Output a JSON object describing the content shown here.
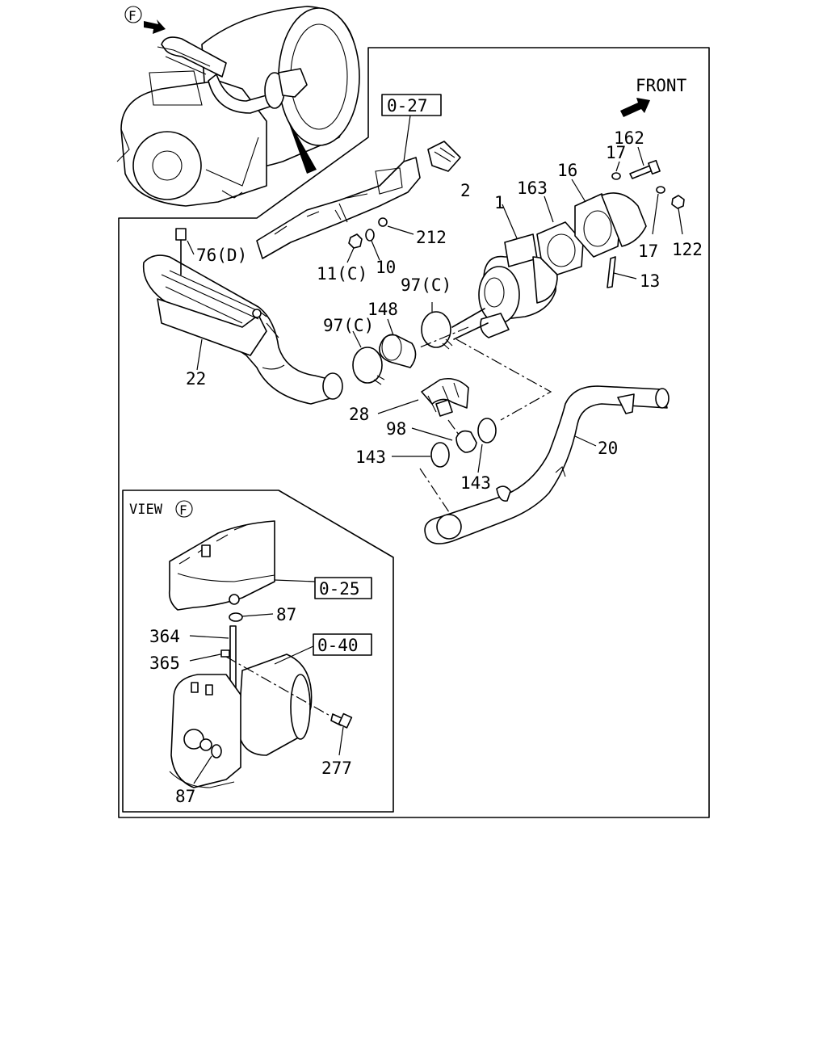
{
  "diagram": {
    "front_label": "FRONT",
    "view_marker": "F",
    "view_title": "VIEW",
    "refs": {
      "r027": "0-27",
      "r025": "0-25",
      "r040": "0-40"
    },
    "labels": {
      "p2": "2",
      "p1": "1",
      "p163": "163",
      "p16": "16",
      "p17a": "17",
      "p162": "162",
      "p17b": "17",
      "p122": "122",
      "p13": "13",
      "p212": "212",
      "p76": "76(D)",
      "p11": "11(C)",
      "p10": "10",
      "p97a": "97(C)",
      "p148": "148",
      "p97b": "97(C)",
      "p22": "22",
      "p28": "28",
      "p98": "98",
      "p143a": "143",
      "p143b": "143",
      "p20": "20",
      "p87a": "87",
      "p364": "364",
      "p365": "365",
      "p277": "277",
      "p87b": "87"
    }
  }
}
